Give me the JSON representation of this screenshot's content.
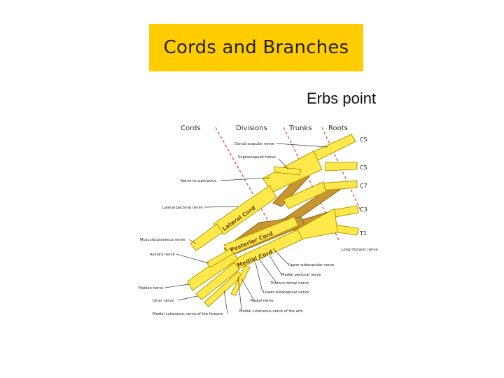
{
  "slide": {
    "title": "Cords and Branches",
    "callout": "Erbs point"
  },
  "diagram": {
    "headers": {
      "cords": "Cords",
      "divisions": "Divisions",
      "trunks": "Trunks",
      "roots": "Roots"
    },
    "roots": {
      "r1": "C5",
      "r2": "C5",
      "r3": "C7",
      "r4": "C3",
      "r5": "T1"
    },
    "cord_labels": {
      "lateral": "Lateral Cord",
      "posterior": "Posterior Cord",
      "medial": "Medial Cord"
    },
    "branches": {
      "dorsal_scapular": "Dorsal scapular nerve",
      "suprascapular": "Suprascapular nerve",
      "nerve_to_subclavius": "Nerve to subclavius",
      "lateral_pectoral": "Lateral pectoral nerve",
      "musculocutaneous": "Musculocutaneous nerve",
      "axillary": "Axillary nerve",
      "median": "Median nerve",
      "ulnar": "Ulnar nerve",
      "medial_cutaneous_forearm": "Medial cutaneous nerve of the forearm",
      "upper_subscapular": "Upper subscapular nerve",
      "medial_pectoral": "Medial pectoral nerve",
      "thoraco_dorsal": "Thoraco dorsal nerve",
      "lower_subscapular": "Lower subscapular nerve",
      "radial": "Radial nerve",
      "medial_cutaneous_arm": "Medial cutaneous nerve of the arm",
      "long_thoracic": "Long thoracic nerve"
    },
    "colors": {
      "nerve_fill": "#ffe84a",
      "nerve_stroke": "#b39a00",
      "posterior_fill": "#c8962e",
      "guide_line": "#e04040",
      "label_line": "#333333"
    }
  }
}
